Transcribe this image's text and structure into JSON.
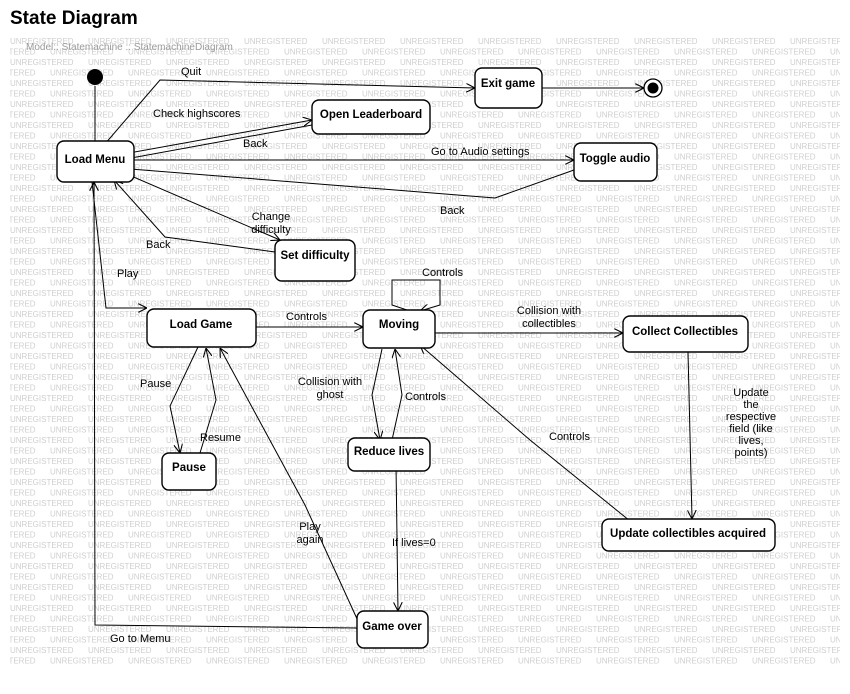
{
  "title": "State Diagram",
  "diagram_caption": "Model:: Statemachine :: StatemachineDiagram",
  "watermark_text": "UNREGISTERED",
  "states": {
    "load_menu": "Load Menu",
    "exit_game": "Exit game",
    "open_leaderboard": "Open Leaderboard",
    "toggle_audio": "Toggle audio",
    "set_difficulty": "Set difficulty",
    "load_game": "Load Game",
    "moving": "Moving",
    "collect_collectibles": "Collect Collectibles",
    "pause": "Pause",
    "reduce_lives": "Reduce lives",
    "update_collectibles": "Update collectibles acquired",
    "game_over": "Game over"
  },
  "transitions": {
    "quit": "Quit",
    "check_highscores": "Check highscores",
    "back_leaderboard": "Back",
    "go_to_audio": "Go to Audio settings",
    "back_audio": "Back",
    "change_difficulty": [
      "Change",
      "difficulty"
    ],
    "back_difficulty": "Back",
    "play": "Play",
    "controls_load_moving": "Controls",
    "controls_self": "Controls",
    "collision_collectibles": [
      "Collision with",
      "collectibles"
    ],
    "pause": "Pause",
    "resume": "Resume",
    "collision_ghost": [
      "Collision with",
      "ghost"
    ],
    "controls_reduce": "Controls",
    "update_field": [
      "Update",
      "the",
      "respective",
      "field (like",
      "lives,",
      "points)"
    ],
    "controls_update": "Controls",
    "play_again": [
      "Play",
      "again"
    ],
    "if_lives": "If lives=0",
    "go_to_menu": "Go to Memu"
  }
}
